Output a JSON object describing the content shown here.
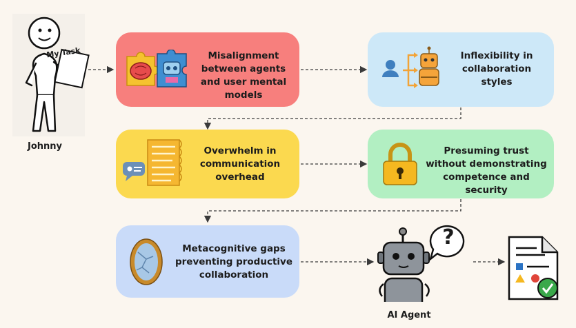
{
  "person": {
    "name": "Johnny",
    "note": "My Task"
  },
  "agent": {
    "name": "AI Agent",
    "thought": "?"
  },
  "boxes": [
    {
      "text": "Misalignment between agents and user mental models",
      "color": "#f77f7d"
    },
    {
      "text": "Inflexibility in collaboration styles",
      "color": "#cde8f8"
    },
    {
      "text": "Overwhelm in communication overhead",
      "color": "#fbd94f"
    },
    {
      "text": "Presuming trust without demonstrating competence and security",
      "color": "#b2efc2"
    },
    {
      "text": "Metacognitive gaps preventing productive collaboration",
      "color": "#c9dbf9"
    }
  ]
}
